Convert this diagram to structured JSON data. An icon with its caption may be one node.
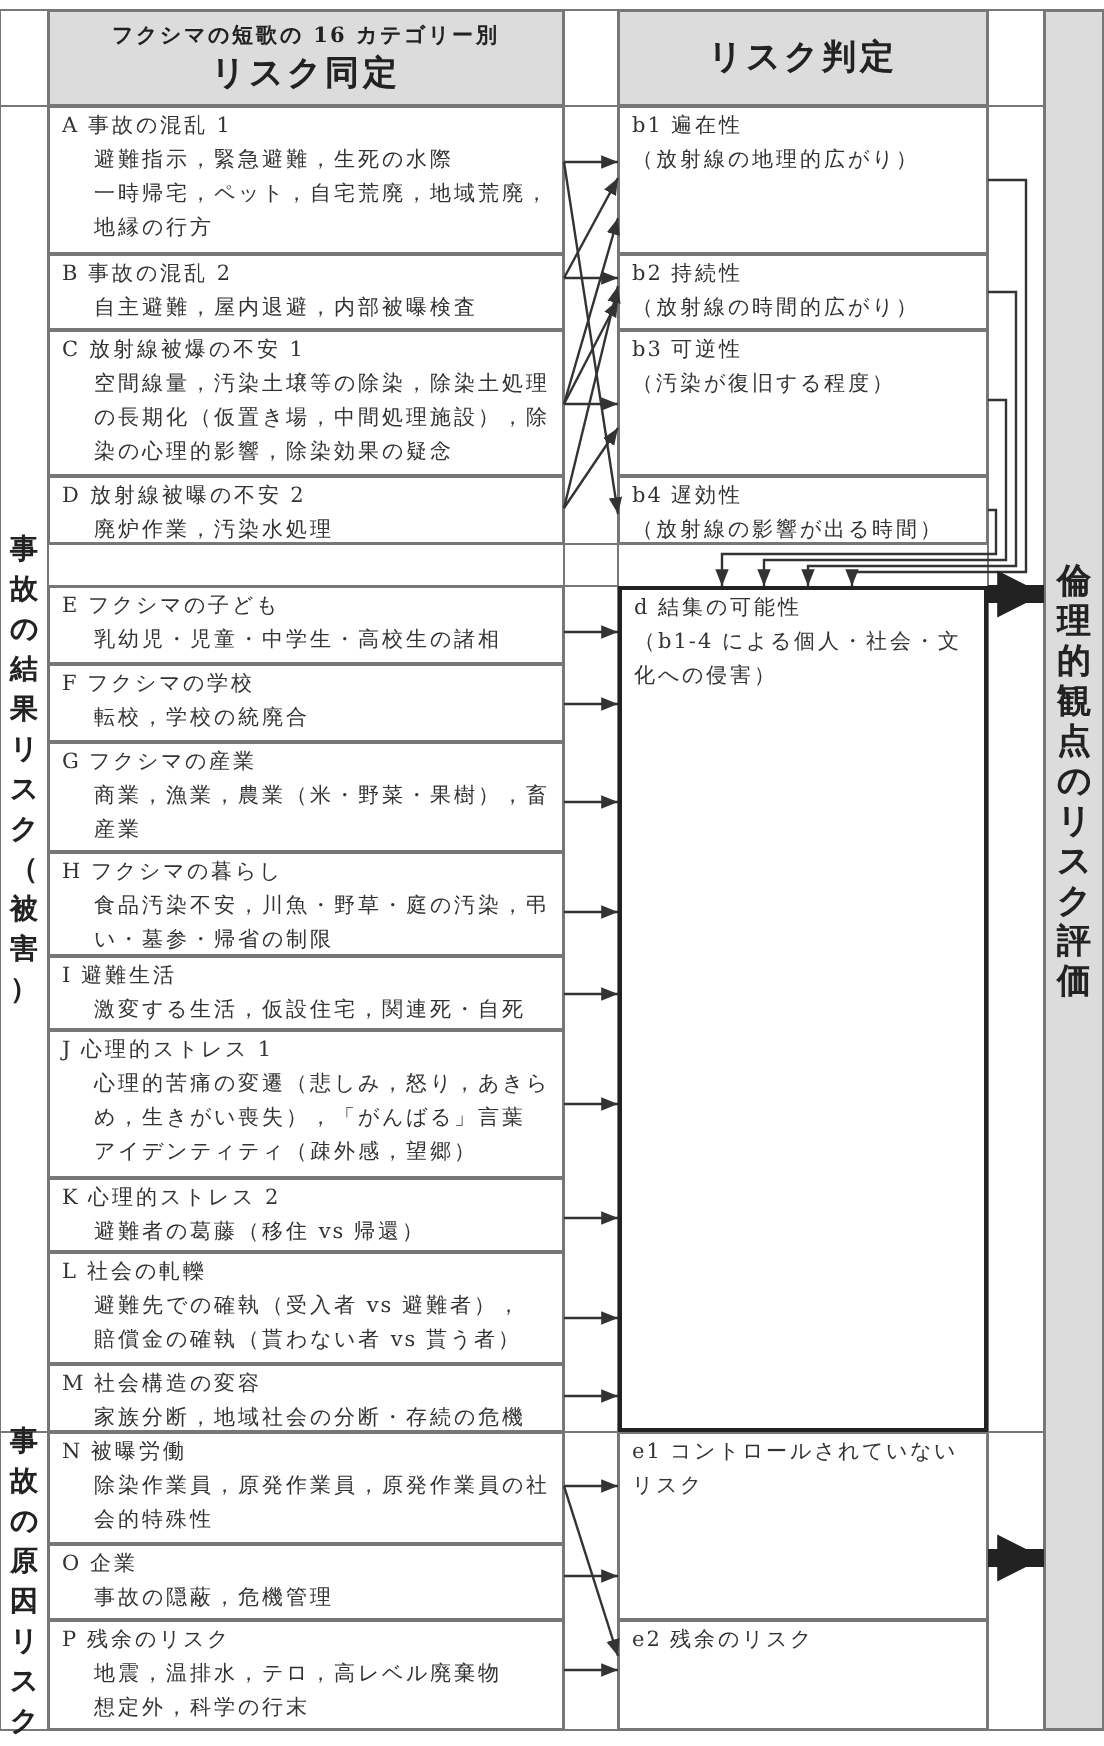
{
  "diagram": {
    "nodes": [
      {
        "text": [
          "フクシマの短歌の 16 カテゴリー別",
          "リスク同定"
        ]
      },
      {
        "text": [
          "リスク判定"
        ]
      },
      {
        "text": [
          "事故の結果リスク（被害）"
        ]
      },
      {
        "text": [
          "A 事故の混乱 1",
          "避難指示，緊急避難，生死の水際",
          "一時帰宅，ペット，自宅荒廃，地域荒廃，地縁の行方"
        ],
        "in": 2
      },
      {
        "text": [
          "B 事故の混乱 2",
          "自主避難，屋内退避，内部被曝検査"
        ],
        "in": 2
      },
      {
        "text": [
          "C 放射線被爆の不安 1",
          "空間線量，汚染土壌等の除染，除染土処理の長期化（仮置き場，中間処理施設），除染の心理的影響，除染効果の疑念"
        ],
        "in": 2
      },
      {
        "text": [
          "D 放射線被曝の不安 2",
          "廃炉作業，汚染水処理"
        ],
        "in": 2
      },
      {
        "text": [
          "E フクシマの子ども",
          "乳幼児・児童・中学生・高校生の諸相"
        ],
        "in": 2
      },
      {
        "text": [
          "F フクシマの学校",
          "転校，学校の統廃合"
        ],
        "in": 2
      },
      {
        "text": [
          "G フクシマの産業",
          "商業，漁業，農業（米・野菜・果樹），畜産業"
        ],
        "in": 2
      },
      {
        "text": [
          "H フクシマの暮らし",
          "食品汚染不安，川魚・野草・庭の汚染，弔い・墓参・帰省の制限"
        ],
        "in": 2
      },
      {
        "text": [
          "I 避難生活",
          "激変する生活，仮設住宅，関連死・自死"
        ],
        "in": 2
      },
      {
        "text": [
          "J 心理的ストレス 1",
          "心理的苦痛の変遷（悲しみ，怒り，あきらめ，生きがい喪失），「がんばる」言葉",
          "アイデンティティ（疎外感，望郷）"
        ],
        "in": 2
      },
      {
        "text": [
          "K 心理的ストレス 2",
          "避難者の葛藤（移住 vs 帰還）"
        ],
        "in": 2
      },
      {
        "text": [
          "L 社会の軋轢",
          "避難先での確執（受入者 vs 避難者），",
          "賠償金の確執（貰わない者 vs 貰う者）"
        ],
        "in": 2
      },
      {
        "text": [
          "M 社会構造の変容",
          "家族分断，地域社会の分断・存続の危機"
        ],
        "in": 2
      },
      {
        "text": [
          "事故の原因リスク"
        ]
      },
      {
        "text": [
          "N 被曝労働",
          "除染作業員，原発作業員，原発作業員の社会的特殊性"
        ],
        "in": 16
      },
      {
        "text": [
          "O 企業",
          "事故の隠蔽，危機管理"
        ],
        "in": 16
      },
      {
        "text": [
          "P 残余のリスク",
          "地震，温排水，テロ，高レベル廃棄物",
          "想定外，科学の行末"
        ],
        "in": 16
      },
      {
        "text": [
          "b1 遍在性",
          "（放射線の地理的広がり）"
        ]
      },
      {
        "text": [
          "b2 持続性",
          "（放射線の時間的広がり）"
        ]
      },
      {
        "text": [
          "b3 可逆性",
          "（汚染が復旧する程度）"
        ]
      },
      {
        "text": [
          "b4 遅効性",
          "（放射線の影響が出る時間）"
        ]
      },
      {
        "text": [
          "d 結集の可能性",
          "（b1-4 による個人・社会・文化への侵害）"
        ]
      },
      {
        "text": [
          "e1 コントロールされていないリスク"
        ]
      },
      {
        "text": [
          "e2 残余のリスク"
        ]
      },
      {
        "text": [
          "倫理的観点のリスク評価"
        ]
      }
    ],
    "edges": [
      {
        "from": 3,
        "to": 20,
        "arrow": "to"
      },
      {
        "from": 3,
        "to": 23,
        "arrow": "to"
      },
      {
        "from": 4,
        "to": 20,
        "arrow": "to"
      },
      {
        "from": 4,
        "to": 21,
        "arrow": "to"
      },
      {
        "from": 5,
        "to": 20,
        "arrow": "to"
      },
      {
        "from": 5,
        "to": 21,
        "arrow": "to"
      },
      {
        "from": 5,
        "to": 22,
        "arrow": "to"
      },
      {
        "from": 6,
        "to": 21,
        "arrow": "to"
      },
      {
        "from": 6,
        "to": 22,
        "arrow": "to"
      },
      {
        "from": 20,
        "to": 24,
        "arrow": "to"
      },
      {
        "from": 21,
        "to": 24,
        "arrow": "to"
      },
      {
        "from": 22,
        "to": 24,
        "arrow": "to"
      },
      {
        "from": 23,
        "to": 24,
        "arrow": "to"
      },
      {
        "from": 7,
        "to": 24,
        "arrow": "to"
      },
      {
        "from": 8,
        "to": 24,
        "arrow": "to"
      },
      {
        "from": 9,
        "to": 24,
        "arrow": "to"
      },
      {
        "from": 10,
        "to": 24,
        "arrow": "to"
      },
      {
        "from": 11,
        "to": 24,
        "arrow": "to"
      },
      {
        "from": 12,
        "to": 24,
        "arrow": "to"
      },
      {
        "from": 13,
        "to": 24,
        "arrow": "to"
      },
      {
        "from": 14,
        "to": 24,
        "arrow": "to"
      },
      {
        "from": 15,
        "to": 24,
        "arrow": "to"
      },
      {
        "from": 17,
        "to": 25,
        "arrow": "to"
      },
      {
        "from": 17,
        "to": 26,
        "arrow": "to"
      },
      {
        "from": 18,
        "to": 25,
        "arrow": "to"
      },
      {
        "from": 19,
        "to": 26,
        "arrow": "to"
      },
      {
        "from": 24,
        "to": 27,
        "arrow": "to",
        "style": "thick"
      },
      {
        "from": 25,
        "to": 27,
        "arrow": "to",
        "style": "thick"
      }
    ]
  }
}
